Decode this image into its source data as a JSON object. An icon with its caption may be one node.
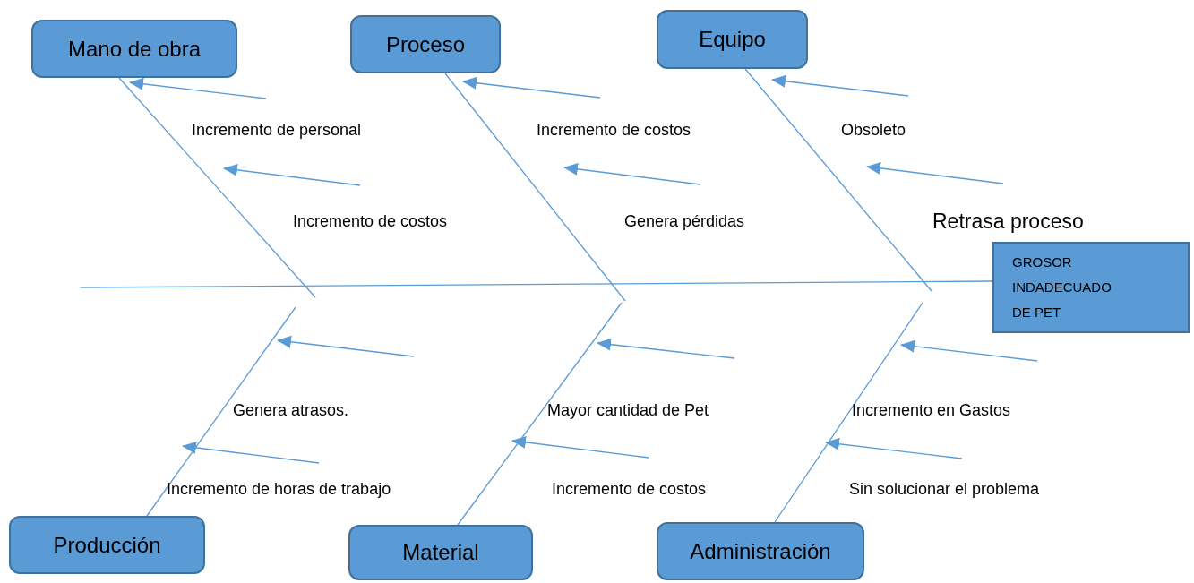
{
  "diagram": {
    "nodes": [
      {
        "text": [
          "Mano de obra"
        ]
      },
      {
        "text": [
          "Proceso"
        ]
      },
      {
        "text": [
          "Equipo"
        ]
      },
      {
        "text": [
          "GROSOR INDADECUADO DE PET"
        ]
      },
      {
        "text": [
          "Producción"
        ]
      },
      {
        "text": [
          "Material"
        ]
      },
      {
        "text": [
          "Administración"
        ]
      }
    ],
    "edges": [
      {
        "from": null,
        "to": 3,
        "arrow": "none"
      },
      {
        "from": 0,
        "to": null,
        "arrow": "none"
      },
      {
        "from": 1,
        "to": null,
        "arrow": "none"
      },
      {
        "from": 2,
        "to": null,
        "arrow": "none"
      },
      {
        "from": 4,
        "to": null,
        "arrow": "none"
      },
      {
        "from": 5,
        "to": null,
        "arrow": "none"
      },
      {
        "from": 6,
        "to": null,
        "arrow": "none"
      }
    ],
    "labels": [
      "Incremento de personal",
      "Incremento de costos",
      "Obsoleto",
      "Incremento de costos",
      "Genera pérdidas",
      "Retrasa proceso",
      "Genera atrasos.",
      "Mayor cantidad de Pet",
      "Incremento en Gastos",
      "Incremento de horas de trabajo",
      "Incremento de costos",
      "Sin solucionar el problema"
    ]
  }
}
